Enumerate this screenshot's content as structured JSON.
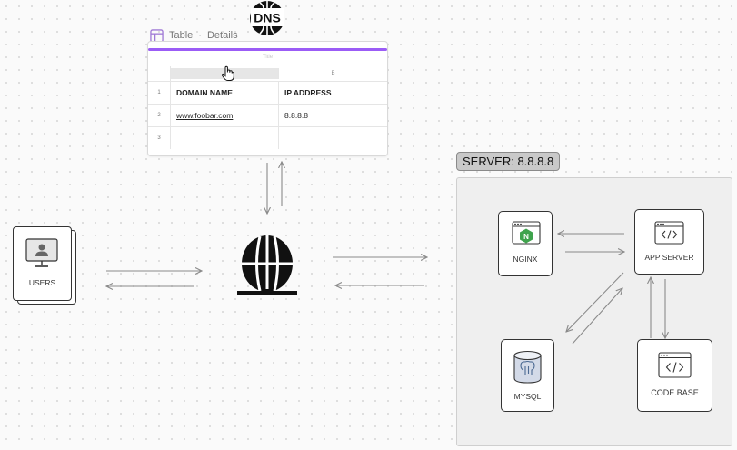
{
  "dns": {
    "label": "DNS"
  },
  "table": {
    "header_title": "Table",
    "header_sep": "·",
    "header_sub": "Details",
    "sheet_title": "Title",
    "column_letters": [
      "",
      "B"
    ],
    "rows": [
      {
        "num": "1",
        "a": "DOMAIN NAME",
        "b": "IP ADDRESS"
      },
      {
        "num": "2",
        "a": "www.foobar.com",
        "b": "8.8.8.8"
      },
      {
        "num": "3",
        "a": "",
        "b": ""
      }
    ]
  },
  "users": {
    "label": "USERS"
  },
  "server": {
    "label": "SERVER: 8.8.8.8",
    "nodes": {
      "nginx": "NGINX",
      "app": "APP SERVER",
      "mysql": "MYSQL",
      "codebase": "CODE BASE"
    }
  },
  "colors": {
    "accent": "#9b5cf6",
    "nginx_green": "#3fa34d",
    "arrow": "#8a8a8a",
    "server_bg": "#efefef"
  }
}
